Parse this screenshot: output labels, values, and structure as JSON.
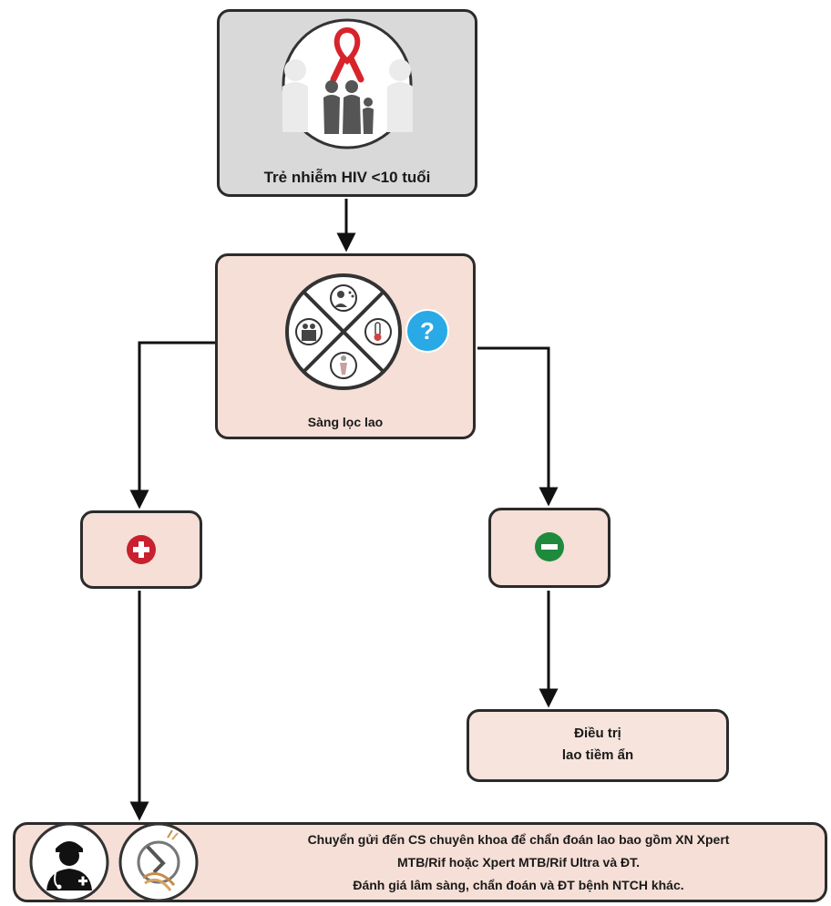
{
  "nodes": {
    "start": {
      "label": "Trẻ nhiễm HIV <10 tuổi"
    },
    "screening": {
      "label": "Sàng lọc lao"
    },
    "positive": {
      "symbol": "+"
    },
    "negative": {
      "symbol": "−"
    },
    "treatment": {
      "lines": [
        "Điều trị",
        "lao tiềm ẩn"
      ]
    },
    "referral": {
      "lines": [
        "Chuyển gửi đến CS chuyên khoa để chẩn đoán lao bao gồm XN Xpert",
        "MTB/Rif hoặc Xpert MTB/Rif Ultra và ĐT.",
        "Đánh giá lâm sàng, chẩn đoán và ĐT bệnh NTCH khác."
      ]
    }
  },
  "icons": {
    "start": [
      "red-ribbon-icon",
      "family-icon"
    ],
    "screening": [
      "cough-icon",
      "fever-thermometer-icon",
      "weight-loss-icon",
      "contact-icon",
      "question-icon"
    ],
    "referral": [
      "doctor-icon",
      "lab-test-icon"
    ]
  },
  "colors": {
    "start_fill": "#d9d9d9",
    "node_fill": "#f5dfd6",
    "border": "#2b2b2b",
    "positive": "#c8202f",
    "negative": "#1e8a3c",
    "question": "#29a9e6",
    "ribbon": "#d8232a"
  }
}
